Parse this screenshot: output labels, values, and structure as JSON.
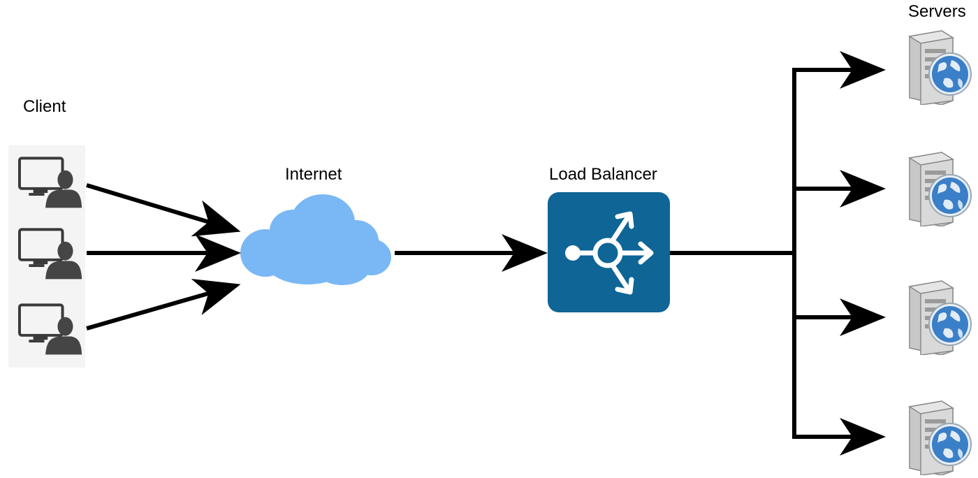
{
  "labels": {
    "client": "Client",
    "internet": "Internet",
    "load_balancer": "Load Balancer",
    "servers": "Servers"
  },
  "nodes": {
    "clients": [
      {
        "icon": "client-computer-user-icon"
      },
      {
        "icon": "client-computer-user-icon"
      },
      {
        "icon": "client-computer-user-icon"
      }
    ],
    "internet": {
      "icon": "cloud-icon",
      "color": "#7ab8f5"
    },
    "load_balancer": {
      "icon": "load-balancer-icon",
      "color": "#0e6596"
    },
    "servers": [
      {
        "icon": "web-server-icon"
      },
      {
        "icon": "web-server-icon"
      },
      {
        "icon": "web-server-icon"
      },
      {
        "icon": "web-server-icon"
      }
    ]
  },
  "edges": [
    {
      "from": "client-1",
      "to": "internet"
    },
    {
      "from": "client-2",
      "to": "internet"
    },
    {
      "from": "client-3",
      "to": "internet"
    },
    {
      "from": "internet",
      "to": "load-balancer"
    },
    {
      "from": "load-balancer",
      "to": "server-1"
    },
    {
      "from": "load-balancer",
      "to": "server-2"
    },
    {
      "from": "load-balancer",
      "to": "server-3"
    },
    {
      "from": "load-balancer",
      "to": "server-4"
    }
  ],
  "colors": {
    "arrow": "#000000",
    "monitor": "#3a3a3a",
    "person": "#454545",
    "server_body": "#d4d4d4",
    "globe": "#2f6fb8"
  }
}
